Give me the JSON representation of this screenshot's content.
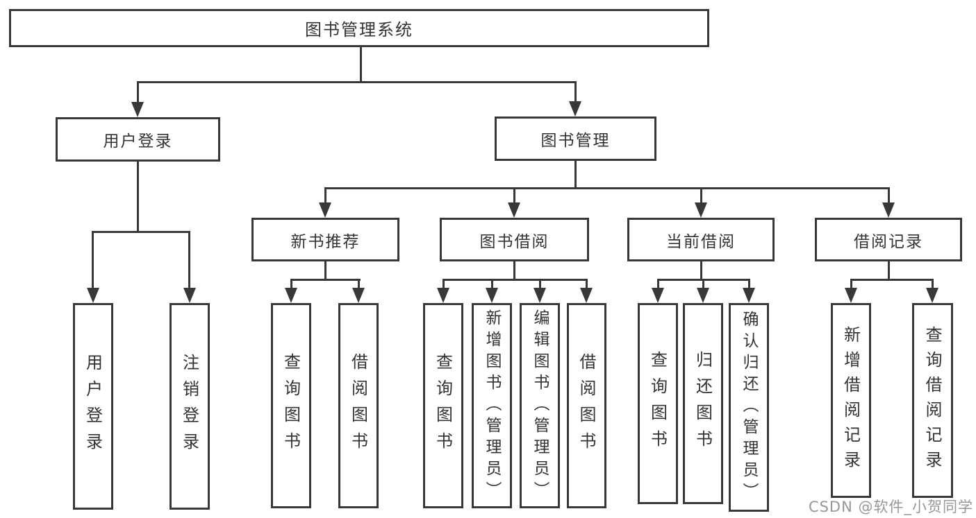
{
  "style": {
    "line-color": "#383838",
    "text-color": "#333333",
    "watermark-color": "#979797",
    "bg-color": "#ffffff"
  },
  "tree": {
    "root": {
      "label": "图书管理系统"
    },
    "branches": [
      {
        "label": "用户登录",
        "children": [
          {
            "label": "用户登录"
          },
          {
            "label": "注销登录"
          }
        ]
      },
      {
        "label": "图书管理",
        "sections": [
          {
            "label": "新书推荐",
            "children": [
              {
                "label": "查询图书"
              },
              {
                "label": "借阅图书"
              }
            ]
          },
          {
            "label": "图书借阅",
            "children": [
              {
                "label": "查询图书"
              },
              {
                "label": "新增图书（管理员）"
              },
              {
                "label": "编辑图书（管理员）"
              },
              {
                "label": "借阅图书"
              }
            ]
          },
          {
            "label": "当前借阅",
            "children": [
              {
                "label": "查询图书"
              },
              {
                "label": "归还图书"
              },
              {
                "label": "确认归还（管理员）"
              }
            ]
          },
          {
            "label": "借阅记录",
            "children": [
              {
                "label": "新增借阅记录"
              },
              {
                "label": "查询借阅记录"
              }
            ]
          }
        ]
      }
    ]
  },
  "watermark": {
    "text": "CSDN @软件_小贺同学"
  }
}
